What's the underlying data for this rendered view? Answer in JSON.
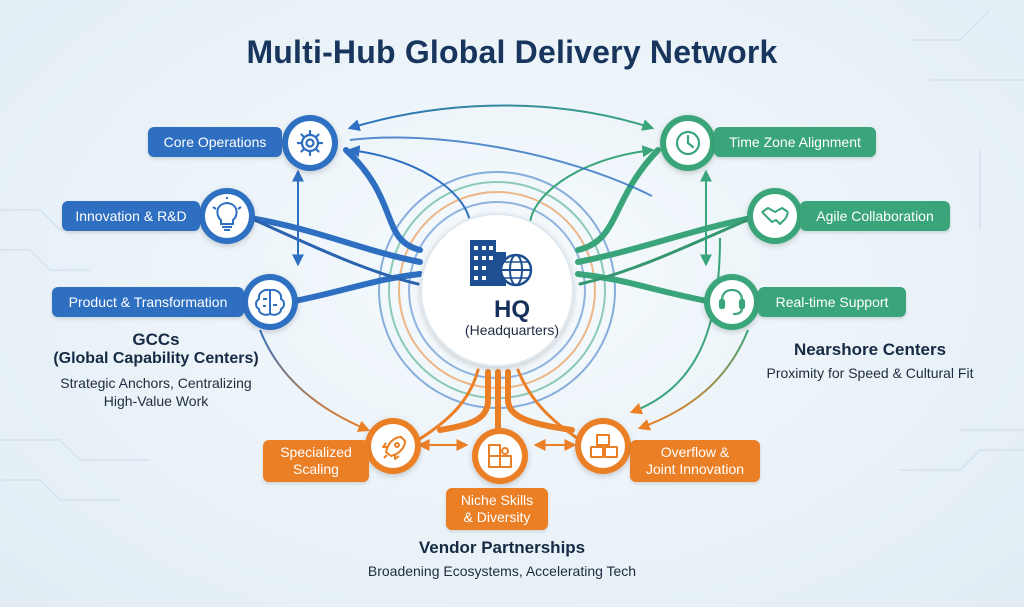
{
  "title": "Multi-Hub Global Delivery Network",
  "hq": {
    "title": "HQ",
    "subtitle": "(Headquarters)",
    "icon": "building-globe-icon"
  },
  "groups": {
    "gccs": {
      "heading_line1": "GCCs",
      "heading_line2": "(Global Capability Centers)",
      "sub_line1": "Strategic Anchors, Centralizing",
      "sub_line2": "High-Value Work",
      "color": "#2e6fc1",
      "nodes": [
        {
          "label": "Core Operations",
          "icon": "gear-icon"
        },
        {
          "label": "Innovation & R&D",
          "icon": "lightbulb-icon"
        },
        {
          "label": "Product & Transformation",
          "icon": "brain-icon"
        }
      ]
    },
    "nearshore": {
      "heading": "Nearshore Centers",
      "sub": "Proximity for Speed & Cultural Fit",
      "color": "#3aa57a",
      "nodes": [
        {
          "label": "Time Zone Alignment",
          "icon": "clock-icon"
        },
        {
          "label": "Agile Collaboration",
          "icon": "handshake-icon"
        },
        {
          "label": "Real-time Support",
          "icon": "headset-icon"
        }
      ]
    },
    "vendors": {
      "heading": "Vendor Partnerships",
      "sub": "Broadening Ecosystems, Accelerating Tech",
      "color": "#ea7f26",
      "nodes": [
        {
          "line1": "Specialized",
          "line2": "Scaling",
          "icon": "rocket-icon"
        },
        {
          "line1": "Niche Skills",
          "line2": "& Diversity",
          "icon": "puzzle-icon"
        },
        {
          "line1": "Overflow &",
          "line2": "Joint Innovation",
          "icon": "cubes-icon"
        }
      ]
    }
  }
}
